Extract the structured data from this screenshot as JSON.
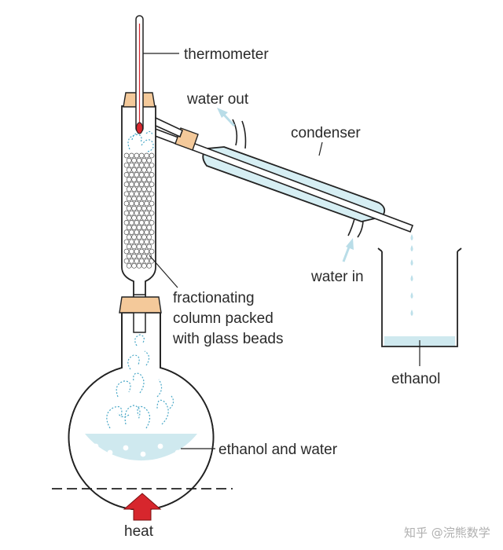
{
  "labels": {
    "thermometer": "thermometer",
    "water_out": "water out",
    "condenser": "condenser",
    "water_in": "water in",
    "fractionating_line1": "fractionating",
    "fractionating_line2": "column packed",
    "fractionating_line3": "with glass beads",
    "ethanol": "ethanol",
    "ethanol_and_water": "ethanol and water",
    "heat": "heat"
  },
  "watermark": "知乎 @浣熊数学",
  "colors": {
    "outline": "#222222",
    "glass_fill": "#d6eef3",
    "liquid": "#cfe9ef",
    "bubble": "#ffffff",
    "vapour": "#4aa8c7",
    "cork": "#f4c99a",
    "heat_arrow": "#d7262d",
    "thermometer_bulb": "#d7262d",
    "flow_arrow": "#b9dde8",
    "drip": "#bde0ea"
  }
}
